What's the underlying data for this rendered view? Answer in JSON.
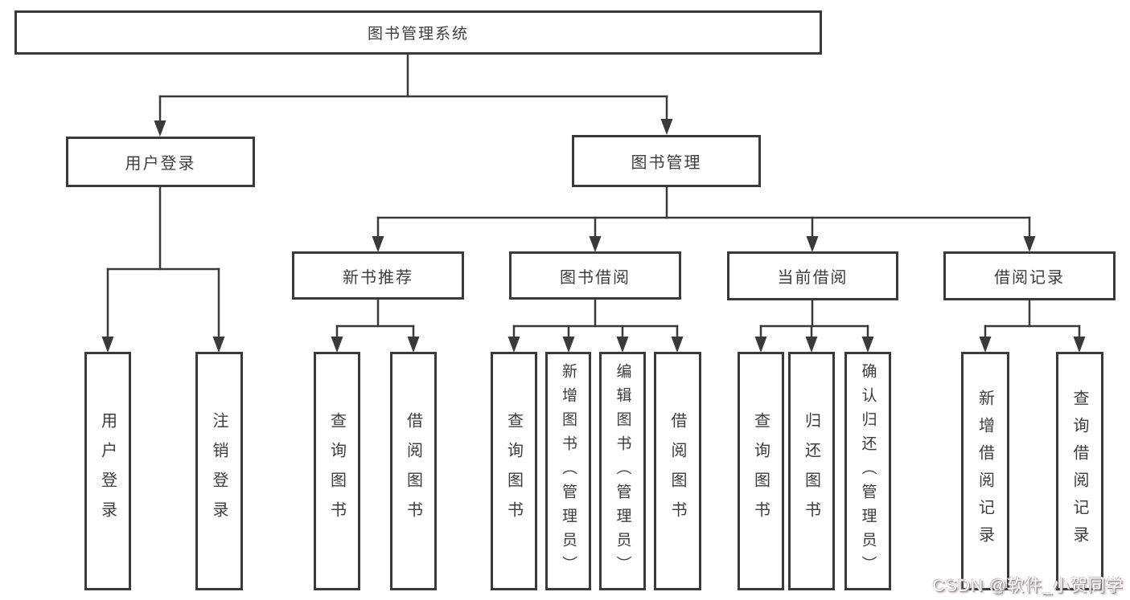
{
  "diagram": {
    "root": {
      "label": "图书管理系统"
    },
    "user_login": {
      "label": "用户登录",
      "children": {
        "login": {
          "label": "用户登录"
        },
        "logout": {
          "label": "注销登录"
        }
      }
    },
    "book_mgmt": {
      "label": "图书管理",
      "groups": {
        "new_book": {
          "label": "新书推荐",
          "children": {
            "c1": {
              "label": "查询图书"
            },
            "c2": {
              "label": "借阅图书"
            }
          }
        },
        "borrow": {
          "label": "图书借阅",
          "children": {
            "c1": {
              "label": "查询图书"
            },
            "c2": {
              "label": "新增图书（管理员）"
            },
            "c3": {
              "label": "编辑图书（管理员）"
            },
            "c4": {
              "label": "借阅图书"
            }
          }
        },
        "current": {
          "label": "当前借阅",
          "children": {
            "c1": {
              "label": "查询图书"
            },
            "c2": {
              "label": "归还图书"
            },
            "c3": {
              "label": "确认归还（管理员）"
            }
          }
        },
        "records": {
          "label": "借阅记录",
          "children": {
            "c1": {
              "label": "新增借阅记录"
            },
            "c2": {
              "label": "查询借阅记录"
            }
          }
        }
      }
    }
  },
  "watermark": {
    "text": "CSDN @软件_小贺同学"
  },
  "colors": {
    "line": "#3a3a3a",
    "text": "#3d3d3d",
    "background": "#ffffff",
    "watermark_fill": "#ffffff",
    "watermark_shadow": "#8f8f8f"
  }
}
